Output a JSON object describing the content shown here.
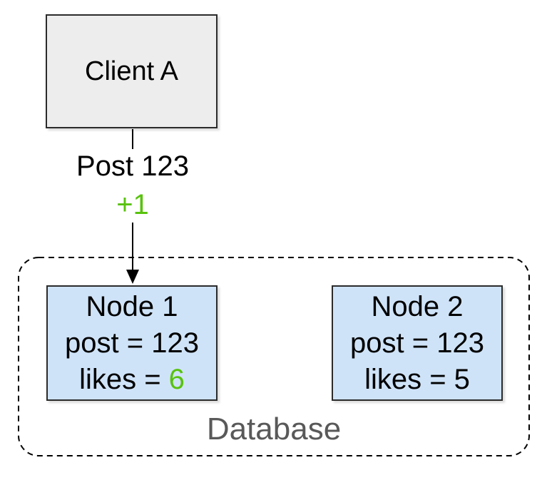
{
  "diagram": {
    "client": {
      "label": "Client A"
    },
    "edge": {
      "post_label": "Post 123",
      "increment_label": "+1"
    },
    "database": {
      "label": "Database",
      "nodes": [
        {
          "title": "Node 1",
          "post_line": "post = 123",
          "likes_prefix": "likes = ",
          "likes_value": "6",
          "likes_highlighted": true
        },
        {
          "title": "Node 2",
          "post_line": "post = 123",
          "likes_prefix": "likes = ",
          "likes_value": "5",
          "likes_highlighted": false
        }
      ]
    },
    "colors": {
      "green": "#58C20D",
      "node_fill": "#CFE3F8",
      "client_fill": "#EDEDED",
      "stroke": "#2B2B2B",
      "db_label_color": "#595959"
    }
  }
}
